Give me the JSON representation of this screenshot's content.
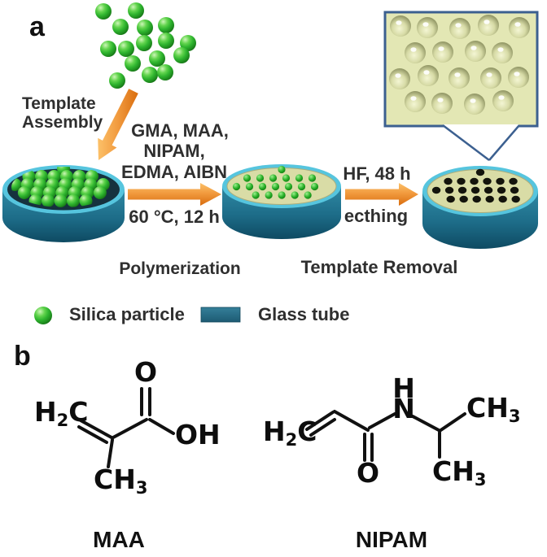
{
  "figure": {
    "panels": {
      "a": "a",
      "b": "b"
    },
    "process": {
      "assembly_line1": "Template",
      "assembly_line2": "Assembly",
      "reagents": [
        "GMA, MAA,",
        "NIPAM,",
        "EDMA, AIBN"
      ],
      "condition": "60 °C, 12 h",
      "step1_label": "Polymerization",
      "etch_line1": "HF, 48 h",
      "etch_line2": "ecthing",
      "step2_label": "Template Removal"
    },
    "legend": {
      "silica_label": "Silica particle",
      "glass_label": "Glass tube"
    },
    "molecules": {
      "maa": {
        "name": "MAA",
        "h2c": [
          "H",
          "2",
          "C"
        ],
        "o": "O",
        "oh": "OH",
        "ch3": [
          "CH",
          "3"
        ]
      },
      "nipam": {
        "name": "NIPAM",
        "h2c": [
          "H",
          "2",
          "C"
        ],
        "o": "O",
        "n": "N",
        "h": "H",
        "ch3_top": [
          "CH",
          "3"
        ],
        "ch3_bottom": [
          "CH",
          "3"
        ]
      }
    },
    "colors": {
      "silica_green": "#2fb52f",
      "glass_teal": "#1f6f8b",
      "rim_cyan": "#56c5de",
      "polymer_cream": "#d9dca6",
      "arrow_orange": "#ee8a1e",
      "inset_fill": "#e3e7b4",
      "inset_border_blue": "#3c6090",
      "pore_black": "#14140c",
      "text_dark": "#2f2f2f"
    }
  }
}
